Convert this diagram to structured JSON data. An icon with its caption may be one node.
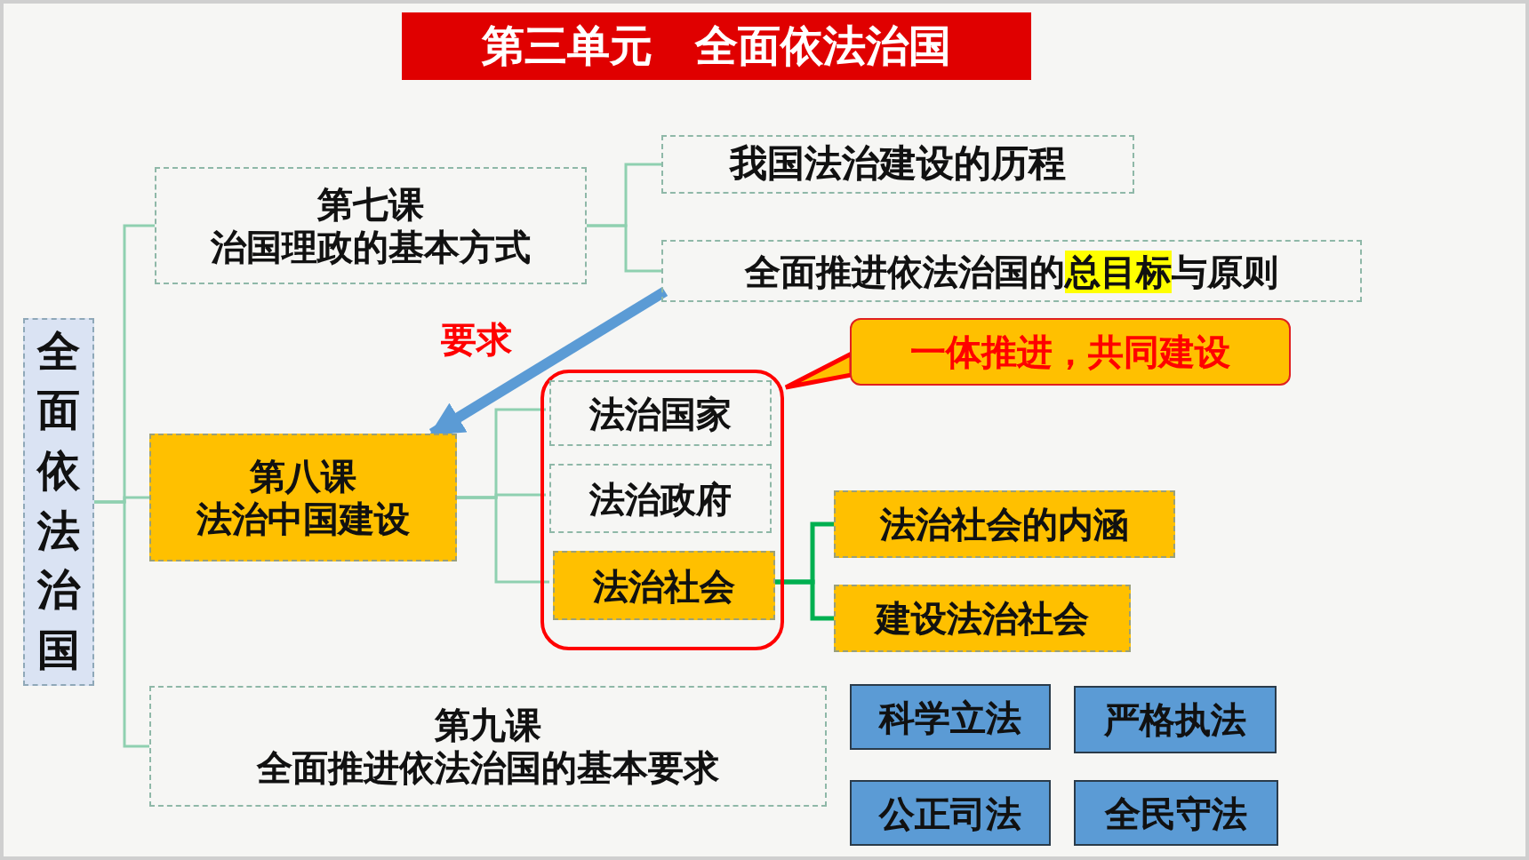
{
  "diagram": {
    "title": "第三单元　全面依法治国",
    "nodes": [
      {
        "text": [
          "全面依法治国"
        ]
      },
      {
        "text": [
          "第七课",
          "治国理政的基本方式"
        ]
      },
      {
        "text": [
          "我国法治建设的历程"
        ]
      },
      {
        "text": [
          "全面推进依法治国的**总目标**与原则"
        ]
      },
      {
        "text": [
          "第八课",
          "法治中国建设"
        ]
      },
      {
        "text": [],
        "shape": "box"
      },
      {
        "text": [
          "法治国家"
        ],
        "in": 5
      },
      {
        "text": [
          "法治政府"
        ],
        "in": 5
      },
      {
        "text": [
          "法治社会"
        ],
        "in": 5
      },
      {
        "text": [
          "一体推进，共同建设"
        ]
      },
      {
        "text": [
          "法治社会的内涵"
        ]
      },
      {
        "text": [
          "建设法治社会"
        ]
      },
      {
        "text": [
          "第九课",
          "全面推进依法治国的基本要求"
        ]
      },
      {
        "text": [
          "科学立法"
        ]
      },
      {
        "text": [
          "严格执法"
        ]
      },
      {
        "text": [
          "公正司法"
        ]
      },
      {
        "text": [
          "全民守法"
        ]
      }
    ],
    "edges": [
      {
        "from": 0,
        "to": 1,
        "arrow": "none"
      },
      {
        "from": 0,
        "to": 4,
        "arrow": "none"
      },
      {
        "from": 0,
        "to": 12,
        "arrow": "none"
      },
      {
        "from": 1,
        "to": 2,
        "arrow": "none"
      },
      {
        "from": 1,
        "to": 3,
        "arrow": "none"
      },
      {
        "from": 3,
        "to": 4,
        "arrow": "to",
        "label": "要求",
        "style": "thick",
        "color": "#5b9bd5"
      },
      {
        "from": 4,
        "to": 6,
        "arrow": "none"
      },
      {
        "from": 4,
        "to": 7,
        "arrow": "none"
      },
      {
        "from": 4,
        "to": 8,
        "arrow": "none"
      },
      {
        "from": 9,
        "to": 5,
        "arrow": "none",
        "color": "#ff0000"
      },
      {
        "from": 8,
        "to": 10,
        "arrow": "none",
        "color": "#00b050"
      },
      {
        "from": 8,
        "to": 11,
        "arrow": "none",
        "color": "#00b050"
      }
    ]
  }
}
